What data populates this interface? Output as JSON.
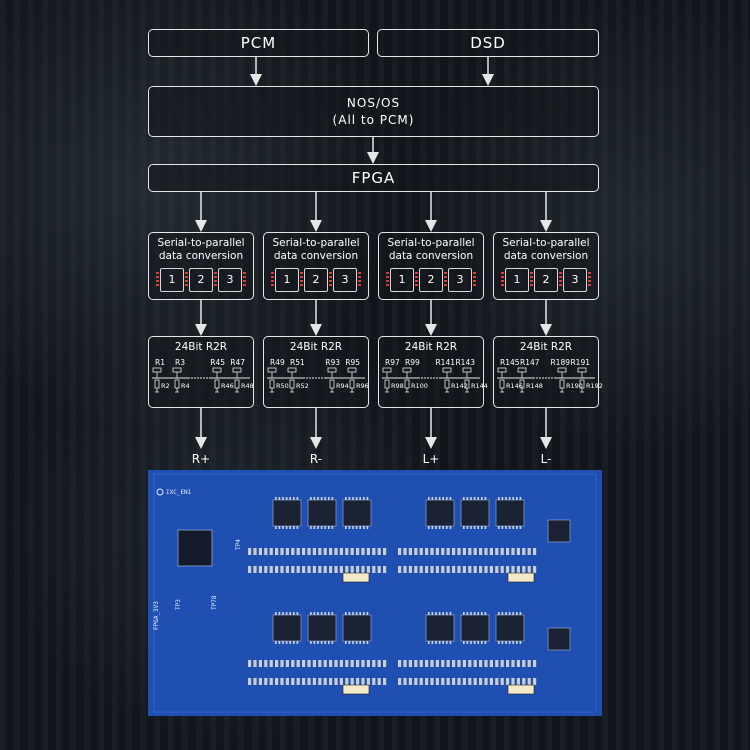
{
  "inputs": {
    "pcm": "PCM",
    "dsd": "DSD"
  },
  "nos": {
    "line1": "NOS/OS",
    "line2": "(All to PCM)"
  },
  "fpga": "FPGA",
  "converters": [
    {
      "label1": "Serial-to-parallel",
      "label2": "data conversion",
      "chips": [
        "1",
        "2",
        "3"
      ]
    },
    {
      "label1": "Serial-to-parallel",
      "label2": "data conversion",
      "chips": [
        "1",
        "2",
        "3"
      ]
    },
    {
      "label1": "Serial-to-parallel",
      "label2": "data conversion",
      "chips": [
        "1",
        "2",
        "3"
      ]
    },
    {
      "label1": "Serial-to-parallel",
      "label2": "data conversion",
      "chips": [
        "1",
        "2",
        "3"
      ]
    }
  ],
  "r2r": [
    {
      "title": "24Bit R2R",
      "top": [
        "R1",
        "R3",
        "R45",
        "R47"
      ],
      "bottom": [
        "R2",
        "R4",
        "R46",
        "R48"
      ]
    },
    {
      "title": "24Bit R2R",
      "top": [
        "R49",
        "R51",
        "R93",
        "R95"
      ],
      "bottom": [
        "R50",
        "R52",
        "R94",
        "R96"
      ]
    },
    {
      "title": "24Bit R2R",
      "top": [
        "R97",
        "R99",
        "R141",
        "R143"
      ],
      "bottom": [
        "R98",
        "R100",
        "R142",
        "R144"
      ]
    },
    {
      "title": "24Bit R2R",
      "top": [
        "R145",
        "R147",
        "R189",
        "R191"
      ],
      "bottom": [
        "R146",
        "R148",
        "R190",
        "R192"
      ]
    }
  ],
  "outputs": [
    "R+",
    "R-",
    "L+",
    "L-"
  ],
  "pcb_labels": {
    "board": "IXC_EN1",
    "fpga": "FPGA_3V3",
    "tp4": "TP4",
    "tp78": "TP78",
    "tp3": "TP3"
  },
  "colors": {
    "accent": "#e53935",
    "board": "#1f4fb0",
    "background": "#0d1117"
  }
}
